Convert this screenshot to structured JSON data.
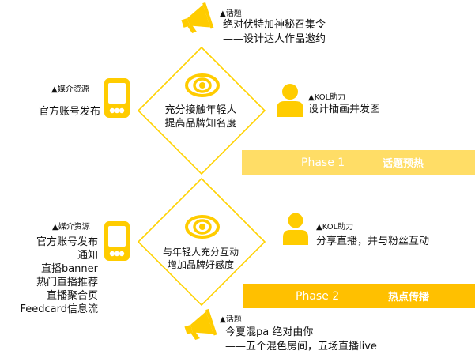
{
  "colors": {
    "accent": "#FFCC00",
    "bar1": "#FFDD66",
    "bar2": "#FFC000",
    "line": "#FFD200"
  },
  "phase1": {
    "topic": {
      "label": "▲话题",
      "line1": "绝对伏特加神秘召集令",
      "line2": "——设计达人作品邀约",
      "icon": "megaphone-icon"
    },
    "media": {
      "label": "▲媒介资源",
      "line1": "官方账号发布",
      "icon": "phone-icon"
    },
    "center": {
      "line1": "充分接触年轻人",
      "line2": "提高品牌知名度",
      "icon": "eye-icon"
    },
    "kol": {
      "label": "▲KOL助力",
      "line1": "设计插画并发图",
      "icon": "person-icon"
    },
    "bar": {
      "phase": "Phase 1",
      "title": "话题预热"
    }
  },
  "phase2": {
    "media": {
      "label": "▲媒介资源",
      "lines": [
        "官方账号发布",
        "通知",
        "直播banner",
        "热门直播推荐",
        "直播聚合页",
        "Feedcard信息流"
      ],
      "icon": "phone-icon"
    },
    "center": {
      "line1": "与年轻人充分互动",
      "line2": "增加品牌好感度",
      "icon": "eye-icon"
    },
    "kol": {
      "label": "▲KOL助力",
      "line1": "分享直播，并与粉丝互动",
      "icon": "person-icon"
    },
    "bar": {
      "phase": "Phase 2",
      "title": "热点传播"
    },
    "topic": {
      "label": "▲话题",
      "line1": "今夏混pa 绝对由你",
      "line2": "——五个混色房间，五场直播live",
      "icon": "megaphone-icon"
    }
  }
}
